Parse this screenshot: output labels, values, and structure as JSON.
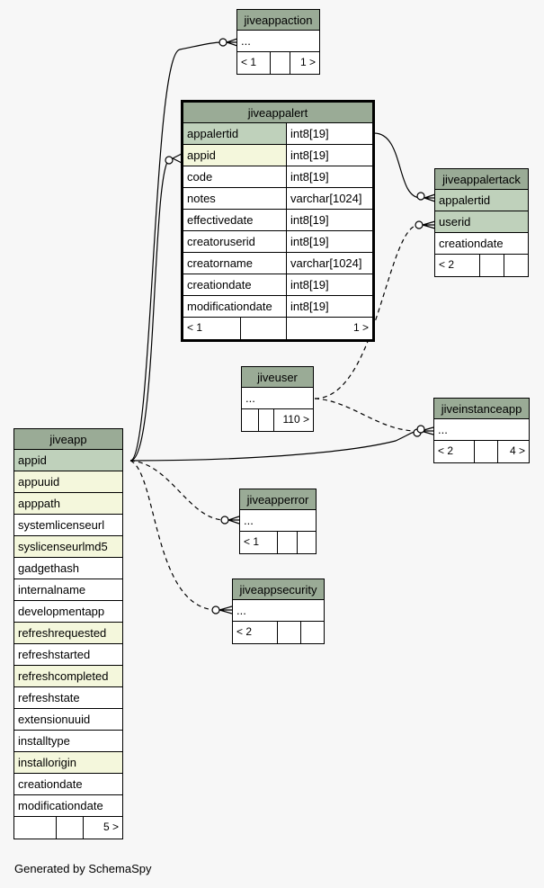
{
  "footer": "Generated by SchemaSpy",
  "tables": {
    "jiveappaction": {
      "name": "jiveappaction",
      "rows": [
        "..."
      ],
      "footer": [
        "< 1",
        "",
        "1 >"
      ]
    },
    "jiveappalert": {
      "name": "jiveappalert",
      "columns": [
        {
          "name": "appalertid",
          "type": "int8[19]"
        },
        {
          "name": "appid",
          "type": "int8[19]"
        },
        {
          "name": "code",
          "type": "int8[19]"
        },
        {
          "name": "notes",
          "type": "varchar[1024]"
        },
        {
          "name": "effectivedate",
          "type": "int8[19]"
        },
        {
          "name": "creatoruserid",
          "type": "int8[19]"
        },
        {
          "name": "creatorname",
          "type": "varchar[1024]"
        },
        {
          "name": "creationdate",
          "type": "int8[19]"
        },
        {
          "name": "modificationdate",
          "type": "int8[19]"
        }
      ],
      "footer": [
        "< 1",
        "",
        "1 >"
      ]
    },
    "jiveappalertack": {
      "name": "jiveappalertack",
      "rows": [
        "appalertid",
        "userid",
        "creationdate"
      ],
      "footer": [
        "< 2",
        "",
        ""
      ]
    },
    "jiveuser": {
      "name": "jiveuser",
      "rows": [
        "..."
      ],
      "footer": [
        "",
        "",
        "110 >"
      ]
    },
    "jiveinstanceapp": {
      "name": "jiveinstanceapp",
      "rows": [
        "..."
      ],
      "footer": [
        "< 2",
        "",
        "4 >"
      ]
    },
    "jiveapp": {
      "name": "jiveapp",
      "rows": [
        "appid",
        "appuuid",
        "apppath",
        "systemlicenseurl",
        "syslicenseurlmd5",
        "gadgethash",
        "internalname",
        "developmentapp",
        "refreshrequested",
        "refreshstarted",
        "refreshcompleted",
        "refreshstate",
        "extensionuuid",
        "installtype",
        "installorigin",
        "creationdate",
        "modificationdate"
      ],
      "footer": [
        "",
        "",
        "5 >"
      ]
    },
    "jiveapperror": {
      "name": "jiveapperror",
      "rows": [
        "..."
      ],
      "footer": [
        "< 1",
        "",
        ""
      ]
    },
    "jiveappsecurity": {
      "name": "jiveappsecurity",
      "rows": [
        "..."
      ],
      "footer": [
        "< 2",
        "",
        ""
      ]
    }
  }
}
